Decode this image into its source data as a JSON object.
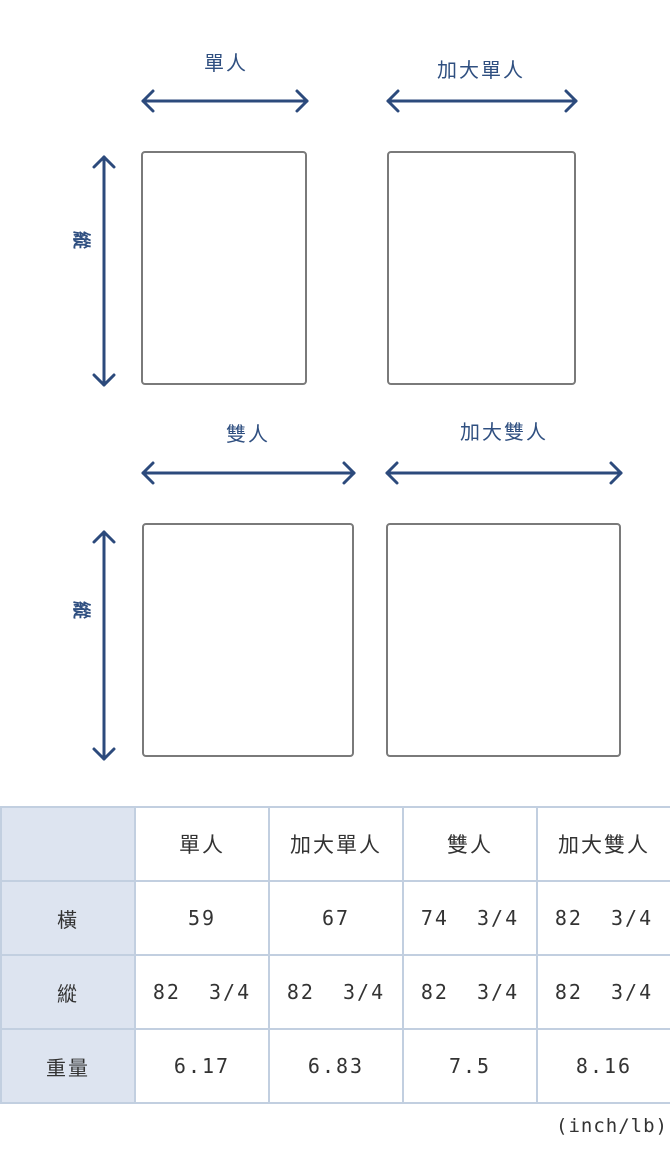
{
  "diagram": {
    "top_row": {
      "left_label": "單人",
      "right_label": "加大單人",
      "side_label": "縱"
    },
    "bottom_row": {
      "left_label": "雙人",
      "right_label": "加大雙人",
      "side_label": "縱"
    }
  },
  "table": {
    "columns": [
      "單人",
      "加大單人",
      "雙人",
      "加大雙人"
    ],
    "rows": [
      {
        "label": "橫",
        "values": [
          "59",
          "67",
          "74 3/4",
          "82 3/4"
        ]
      },
      {
        "label": "縱",
        "values": [
          "82 3/4",
          "82 3/4",
          "82 3/4",
          "82 3/4"
        ]
      },
      {
        "label": "重量",
        "values": [
          "6.17",
          "6.83",
          "7.5",
          "8.16"
        ]
      }
    ]
  },
  "unit": "(inch/lb)",
  "colors": {
    "accent": "#2c4a7c",
    "header_bg": "#dde4f0",
    "border": "#c2cfe0"
  }
}
